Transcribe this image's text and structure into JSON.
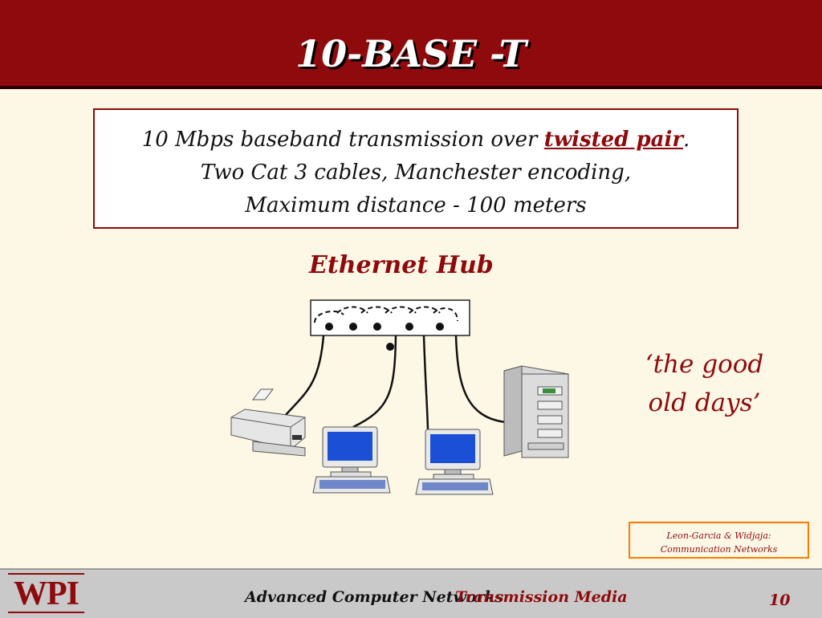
{
  "slide": {
    "title": "10-BASE -T",
    "box": {
      "line1_pre": "10 Mbps baseband transmission over ",
      "line1_highlight": "twisted pair",
      "line1_post": ".",
      "line2": "Two Cat 3 cables, Manchester encoding,",
      "line3": "Maximum distance - 100 meters"
    },
    "hub_label": "Ethernet Hub",
    "quote_line1": "‘the good",
    "quote_line2": "old days’",
    "reference_line1": "Leon-Garcia & Widjaja:",
    "reference_line2": "Communication Networks"
  },
  "footer": {
    "logo": "WPI",
    "course": "Advanced Computer Networks",
    "topic": "Transmission Media",
    "page": "10"
  },
  "colors": {
    "accent": "#8e0a0d",
    "background": "#fdf8e6",
    "reference_border": "#ff7a00"
  },
  "icons": [
    "ethernet-hub-icon",
    "printer-icon",
    "desktop-computer-icon",
    "desktop-computer-icon",
    "tower-server-icon"
  ]
}
